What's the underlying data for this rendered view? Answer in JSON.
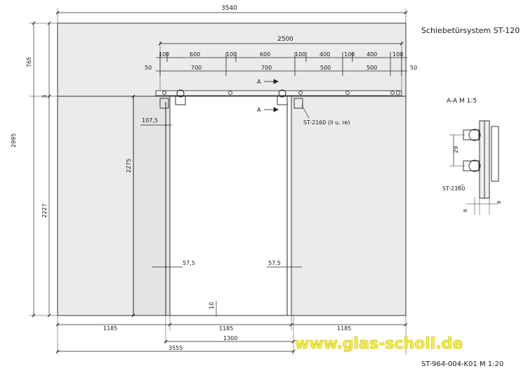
{
  "header": {
    "system_title": "Schiebetürsystem ST-120"
  },
  "footer": {
    "drawing_number": "ST-964-004-K01 M 1:20",
    "watermark": "www.glas-scholl.de"
  },
  "dims": {
    "total_width": "3540",
    "rail_length": "2500",
    "top_spacing": [
      "100",
      "600",
      "100",
      "600",
      "100",
      "400",
      "100",
      "400",
      "100"
    ],
    "second_spacing": [
      "50",
      "700",
      "700",
      "500",
      "500",
      "50"
    ],
    "left_heights": [
      "765",
      "3",
      "2995",
      "2227"
    ],
    "door_height": "2275",
    "offset_1075": "107,5",
    "offset_575_left": "57,5",
    "offset_575_right": "57,5",
    "floor_gap": "10",
    "bottom_widths": [
      "1185",
      "1185",
      "1185"
    ],
    "door_width": "1300",
    "overall_width": "3555"
  },
  "labels": {
    "section_marker_top": "A",
    "section_marker_bottom": "A",
    "part_callout": "ST-2160 (li u. re)",
    "section_title": "A-A M 1:5",
    "section_part": "ST-2160",
    "section_dim_vertical": "29",
    "section_dim_bottom_left": "8",
    "section_dim_bottom_right": "8"
  }
}
